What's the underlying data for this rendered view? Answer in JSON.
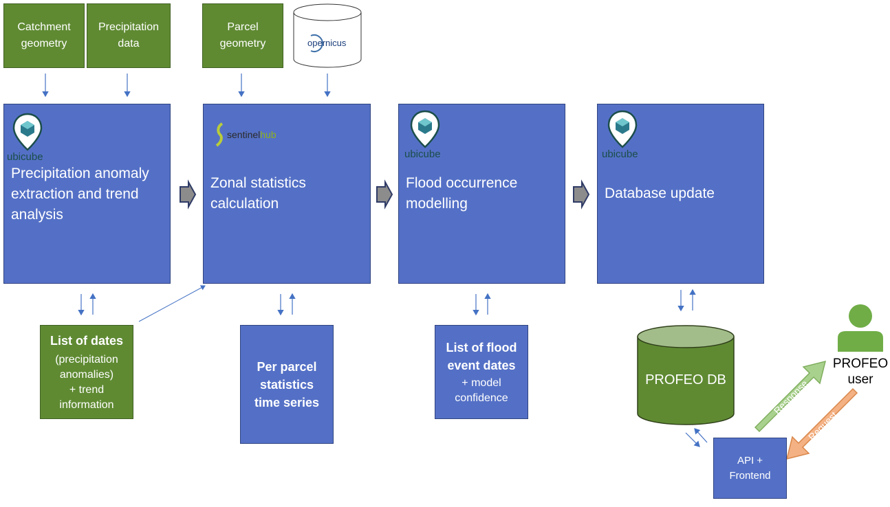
{
  "inputs": {
    "catchment": "Catchment\ngeometry",
    "precipitation": "Precipitation\ndata",
    "parcel": "Parcel\ngeometry",
    "copernicus_logo": "opernicus"
  },
  "processes": {
    "p1": {
      "label": "Precipitation anomaly\nextraction and trend\nanalysis",
      "logo": "ubicube"
    },
    "p2": {
      "label": "Zonal statistics\ncalculation",
      "logo_a": "sentinel",
      "logo_b": "hub"
    },
    "p3": {
      "label": "Flood occurrence\nmodelling",
      "logo": "ubicube"
    },
    "p4": {
      "label": "Database update",
      "logo": "ubicube"
    }
  },
  "outputs": {
    "dates": {
      "title": "List of dates",
      "sub": "(precipitation\nanomalies)\n+ trend\ninformation"
    },
    "parcel_stats": {
      "title": "Per parcel\nstatistics\ntime series"
    },
    "flood_dates": {
      "title": "List of flood\nevent dates",
      "sub": "+ model\nconfidence"
    }
  },
  "db": {
    "label": "PROFEO DB"
  },
  "api": {
    "label": "API +\nFrontend"
  },
  "user": {
    "label": "PROFEO\nuser"
  },
  "flows": {
    "response": "Response",
    "request": "Request"
  },
  "colors": {
    "green": "#5f8a32",
    "blue": "#5470c6",
    "response_arrow": "#a9d18e",
    "request_arrow": "#f4b183",
    "user_icon": "#70ad47",
    "connector": "#4472c4"
  }
}
